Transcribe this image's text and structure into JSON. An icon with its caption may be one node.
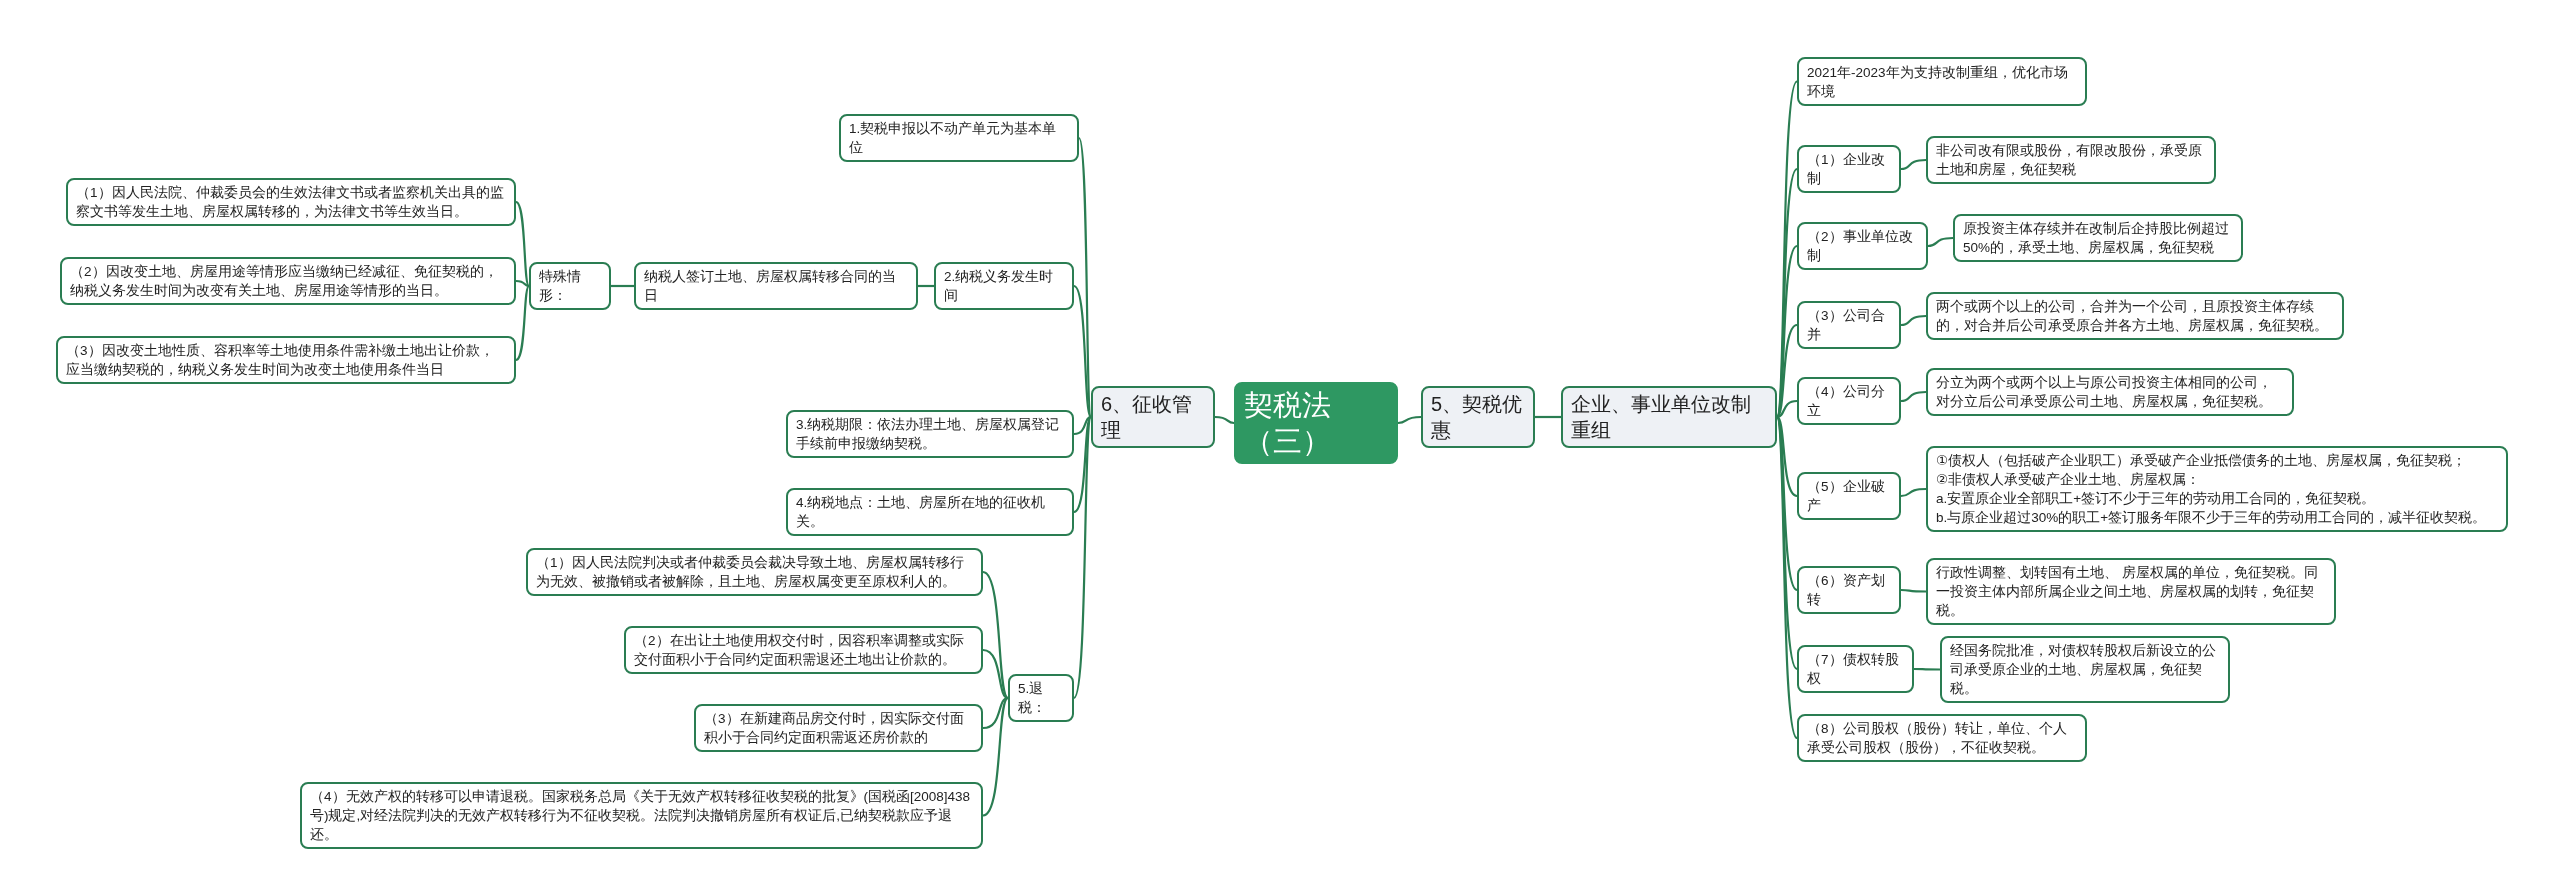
{
  "diagram": {
    "nodes": [
      {
        "text": [
          "契税法（三）"
        ]
      },
      {
        "text": [
          "6、征收管理"
        ]
      },
      {
        "text": [
          "5、契税优惠"
        ]
      },
      {
        "text": [
          "企业、事业单位改制重组"
        ]
      },
      {
        "text": [
          "1.契税申报以不动产单元为基本单位"
        ]
      },
      {
        "text": [
          "2.纳税义务发生时间"
        ]
      },
      {
        "text": [
          "纳税人签订土地、房屋权属转移合同的当日"
        ]
      },
      {
        "text": [
          "特殊情形："
        ]
      },
      {
        "text": [
          "（1）因人民法院、仲裁委员会的生效法律文书或者监察机关出具的监察文书等发生土地、房屋权属转移的，为法律文书等生效当日。"
        ]
      },
      {
        "text": [
          "（2）因改变土地、房屋用途等情形应当缴纳已经减征、免征契税的，纳税义务发生时间为改变有关土地、房屋用途等情形的当日。"
        ]
      },
      {
        "text": [
          "（3）因改变土地性质、容积率等土地使用条件需补缴土地出让价款，应当缴纳契税的，纳税义务发生时间为改变土地使用条件当日"
        ]
      },
      {
        "text": [
          "3.纳税期限：依法办理土地、房屋权属登记手续前申报缴纳契税。"
        ]
      },
      {
        "text": [
          "4.纳税地点：土地、房屋所在地的征收机关。"
        ]
      },
      {
        "text": [
          "5.退税："
        ]
      },
      {
        "text": [
          "（1）因人民法院判决或者仲裁委员会裁决导致土地、房屋权属转移行为无效、被撤销或者被解除，且土地、房屋权属变更至原权利人的。"
        ]
      },
      {
        "text": [
          "（2）在出让土地使用权交付时，因容积率调整或实际交付面积小于合同约定面积需退还土地出让价款的。"
        ]
      },
      {
        "text": [
          "（3）在新建商品房交付时，因实际交付面积小于合同约定面积需返还房价款的"
        ]
      },
      {
        "text": [
          "（4）无效产权的转移可以申请退税。国家税务总局《关于无效产权转移征收契税的批复》(国税函[2008]438号)规定,对经法院判决的无效产权转移行为不征收契税。法院判决撤销房屋所有权证后,已纳契税款应予退还。"
        ]
      },
      {
        "text": [
          "2021年-2023年为支持改制重组，优化市场环境"
        ]
      },
      {
        "text": [
          "（1）企业改制"
        ]
      },
      {
        "text": [
          "非公司改有限或股份，有限改股份，承受原土地和房屋，免征契税"
        ]
      },
      {
        "text": [
          "（2）事业单位改制"
        ]
      },
      {
        "text": [
          "原投资主体存续并在改制后企持股比例超过50%的，承受土地、房屋权属，免征契税"
        ]
      },
      {
        "text": [
          "（3）公司合并"
        ]
      },
      {
        "text": [
          "两个或两个以上的公司，合并为一个公司，且原投资主体存续的，对合并后公司承受原合并各方土地、房屋权属，免征契税。"
        ]
      },
      {
        "text": [
          "（4）公司分立"
        ]
      },
      {
        "text": [
          "分立为两个或两个以上与原公司投资主体相同的公司，对分立后公司承受原公司土地、房屋权属，免征契税。"
        ]
      },
      {
        "text": [
          "（5）企业破产"
        ]
      },
      {
        "text": [
          "①债权人（包括破产企业职工）承受破产企业抵偿债务的土地、房屋权属，免征契税；",
          "②非债权人承受破产企业土地、房屋权属：",
          "a.安置原企业全部职工+签订不少于三年的劳动用工合同的，免征契税。",
          "b.与原企业超过30%的职工+签订服务年限不少于三年的劳动用工合同的，减半征收契税。"
        ]
      },
      {
        "text": [
          "（6）资产划转"
        ]
      },
      {
        "text": [
          "行政性调整、划转国有土地、 房屋权属的单位，免征契税。同一投资主体内部所属企业之间土地、房屋权属的划转，免征契税。"
        ]
      },
      {
        "text": [
          "（7）债权转股权"
        ]
      },
      {
        "text": [
          "经国务院批准，对债权转股权后新设立的公司承受原企业的土地、房屋权属，免征契税。"
        ]
      },
      {
        "text": [
          "（8）公司股权（股份）转让，单位、个人承受公司股权（股份），不征收契税。"
        ]
      }
    ],
    "edges": [
      {
        "from": 0,
        "to": 1,
        "arrow": "none"
      },
      {
        "from": 0,
        "to": 2,
        "arrow": "none"
      },
      {
        "from": 2,
        "to": 3,
        "arrow": "none"
      },
      {
        "from": 1,
        "to": 4,
        "arrow": "none"
      },
      {
        "from": 1,
        "to": 5,
        "arrow": "none"
      },
      {
        "from": 5,
        "to": 6,
        "arrow": "none"
      },
      {
        "from": 6,
        "to": 7,
        "arrow": "none"
      },
      {
        "from": 7,
        "to": 8,
        "arrow": "none"
      },
      {
        "from": 7,
        "to": 9,
        "arrow": "none"
      },
      {
        "from": 7,
        "to": 10,
        "arrow": "none"
      },
      {
        "from": 1,
        "to": 11,
        "arrow": "none"
      },
      {
        "from": 1,
        "to": 12,
        "arrow": "none"
      },
      {
        "from": 1,
        "to": 13,
        "arrow": "none"
      },
      {
        "from": 13,
        "to": 14,
        "arrow": "none"
      },
      {
        "from": 13,
        "to": 15,
        "arrow": "none"
      },
      {
        "from": 13,
        "to": 16,
        "arrow": "none"
      },
      {
        "from": 13,
        "to": 17,
        "arrow": "none"
      },
      {
        "from": 3,
        "to": 18,
        "arrow": "none"
      },
      {
        "from": 3,
        "to": 19,
        "arrow": "none"
      },
      {
        "from": 19,
        "to": 20,
        "arrow": "none"
      },
      {
        "from": 3,
        "to": 21,
        "arrow": "none"
      },
      {
        "from": 21,
        "to": 22,
        "arrow": "none"
      },
      {
        "from": 3,
        "to": 23,
        "arrow": "none"
      },
      {
        "from": 23,
        "to": 24,
        "arrow": "none"
      },
      {
        "from": 3,
        "to": 25,
        "arrow": "none"
      },
      {
        "from": 25,
        "to": 26,
        "arrow": "none"
      },
      {
        "from": 3,
        "to": 27,
        "arrow": "none"
      },
      {
        "from": 27,
        "to": 28,
        "arrow": "none"
      },
      {
        "from": 3,
        "to": 29,
        "arrow": "none"
      },
      {
        "from": 29,
        "to": 30,
        "arrow": "none"
      },
      {
        "from": 3,
        "to": 31,
        "arrow": "none"
      },
      {
        "from": 31,
        "to": 32,
        "arrow": "none"
      },
      {
        "from": 3,
        "to": 33,
        "arrow": "none"
      }
    ]
  }
}
